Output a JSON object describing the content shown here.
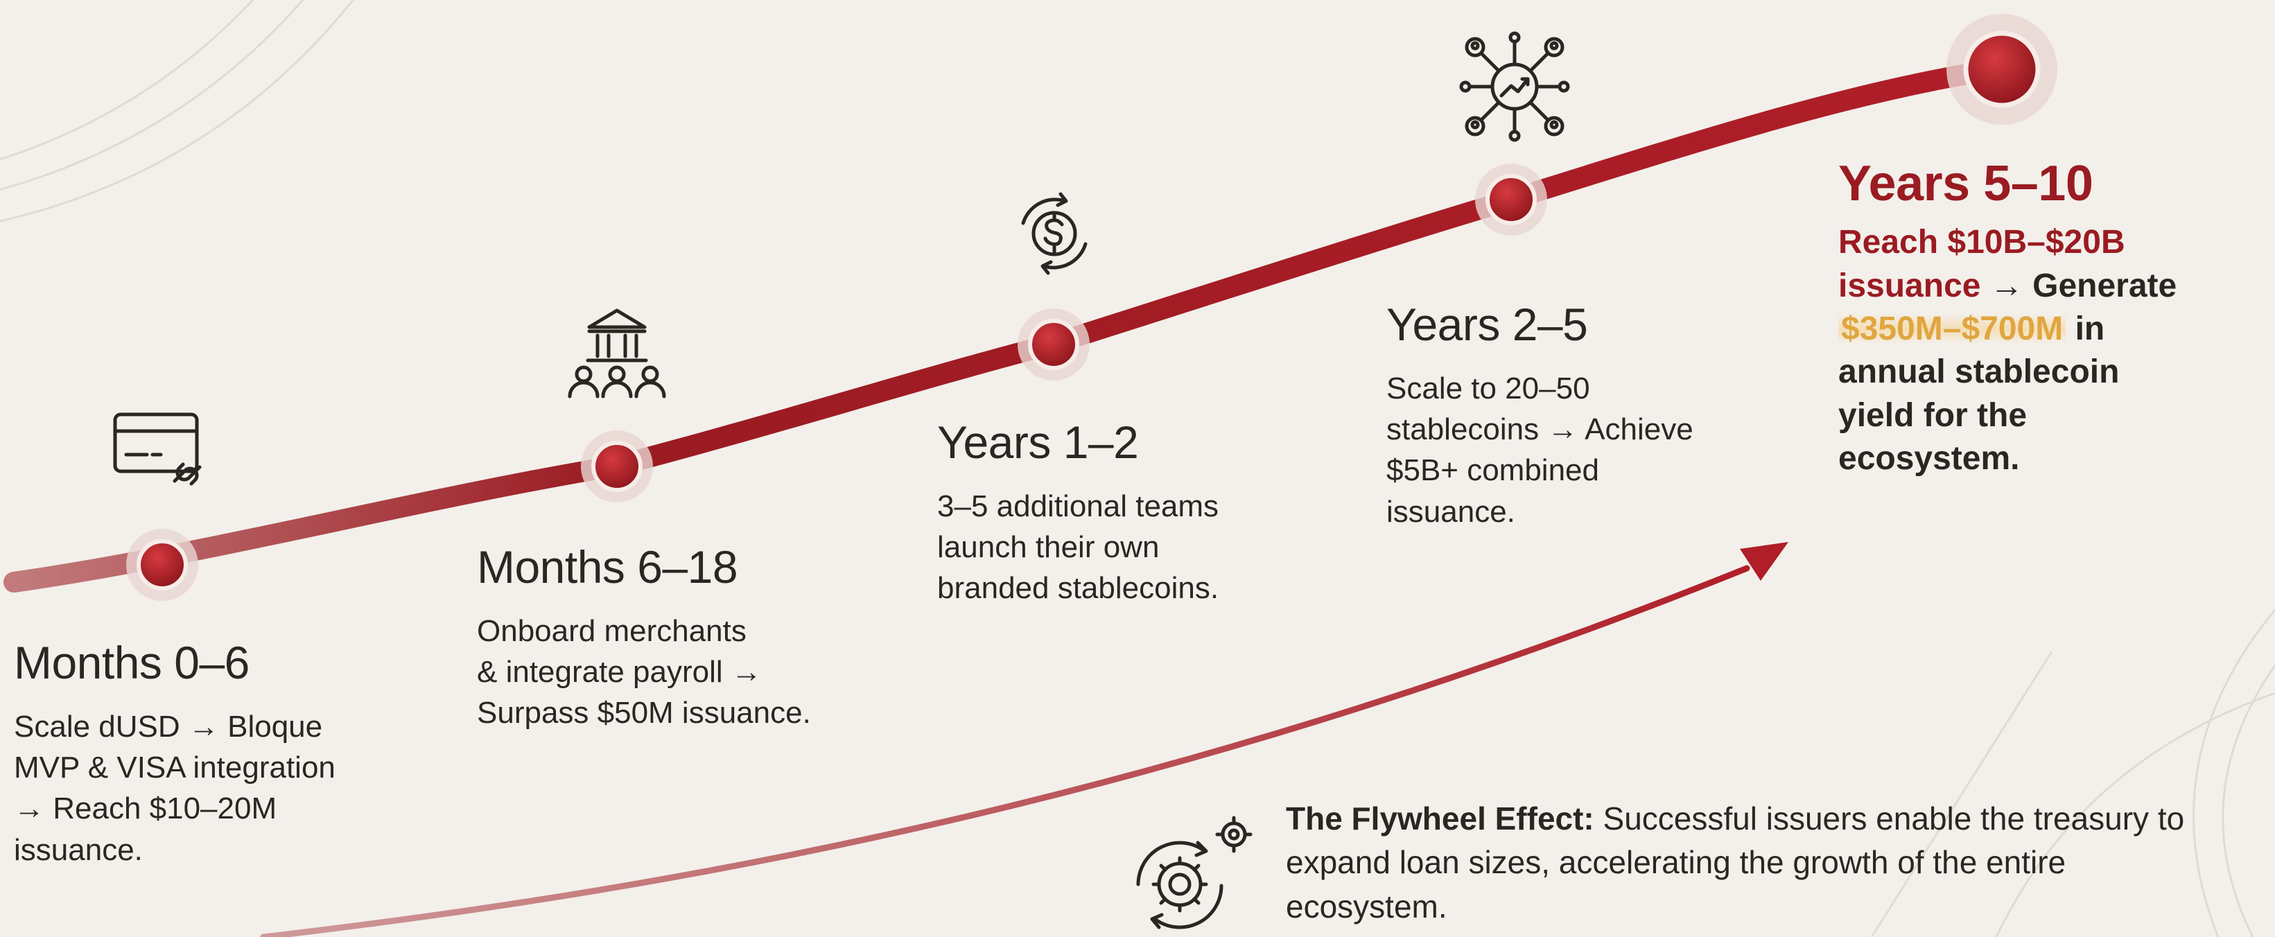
{
  "stages": [
    {
      "title": "Months 0–6",
      "lines": [
        "Scale dUSD → Bloque",
        "MVP & VISA integration",
        "→ Reach $10–20M",
        "issuance."
      ],
      "icon": "credit-card-link-icon"
    },
    {
      "title": "Months 6–18",
      "lines": [
        "Onboard merchants",
        "& integrate payroll →",
        "Surpass $50M issuance."
      ],
      "icon": "bank-people-icon"
    },
    {
      "title": "Years 1–2",
      "lines": [
        "3–5 additional teams",
        "launch their own",
        "branded stablecoins."
      ],
      "icon": "dollar-cycle-icon"
    },
    {
      "title": "Years 2–5",
      "lines": [
        "Scale to 20–50",
        "stablecoins → Achieve",
        "$5B+ combined",
        "issuance."
      ],
      "icon": "network-growth-icon"
    },
    {
      "title": "Years 5–10",
      "line1": "Reach $10B–$20B",
      "line2_red": "issuance",
      "line2_rest": " → Generate",
      "highlight": "$350M–$700M",
      "line3_rest": " in",
      "line4": "annual stablecoin",
      "line5": "yield for the",
      "line6": "ecosystem."
    }
  ],
  "flywheel": {
    "title": "The Flywheel Effect:",
    "body": " Successful issuers enable the treasury to expand loan sizes, accelerating the growth of the entire ecosystem.",
    "icon": "gears-cycle-icon"
  },
  "colors": {
    "accent": "#9a1b22",
    "highlight": "#e0a640",
    "background": "#f3efea"
  }
}
